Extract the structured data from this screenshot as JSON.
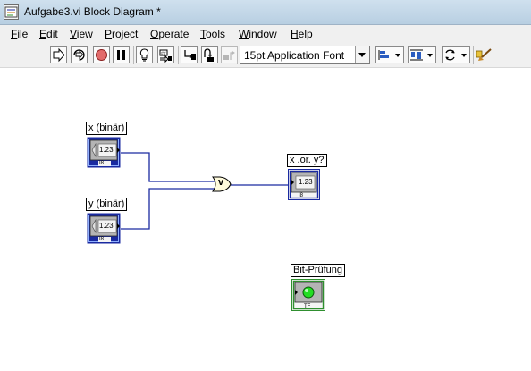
{
  "window": {
    "title": "Aufgabe3.vi Block Diagram *"
  },
  "menu": {
    "items": [
      "File",
      "Edit",
      "View",
      "Project",
      "Operate",
      "Tools",
      "Window",
      "Help"
    ]
  },
  "toolbar": {
    "buttons": [
      "run-arrow-icon",
      "run-continuously-icon",
      "abort-icon",
      "pause-icon",
      "highlight-execution-icon",
      "retain-wire-values-icon",
      "step-into-icon",
      "step-over-icon",
      "step-out-icon"
    ],
    "font_value": "15pt Application Font",
    "dropdowns": [
      "align-objects-icon",
      "distribute-objects-icon",
      "reorder-icon",
      "clean-up-diagram-icon"
    ]
  },
  "diagram": {
    "terminals": {
      "x": {
        "label": "x (binär)",
        "display": "1.23",
        "type_text": "I8",
        "kind": "control"
      },
      "y": {
        "label": "y (binär)",
        "display": "1.23",
        "type_text": "I8",
        "kind": "control"
      },
      "result": {
        "label": "x .or. y?",
        "display": "1.23",
        "type_text": "I8",
        "kind": "indicator"
      },
      "bit": {
        "label": "Bit-Prüfung",
        "type_text": "TF",
        "kind": "indicator"
      }
    },
    "or_node": {
      "glyph": "v"
    },
    "colors": {
      "numeric_control": "#1a2aa0",
      "numeric_wire": "#1a2aa0",
      "boolean": "#2f8f2f",
      "led_on": "#22dd22",
      "or_node_fill": "#fffbdc"
    }
  }
}
